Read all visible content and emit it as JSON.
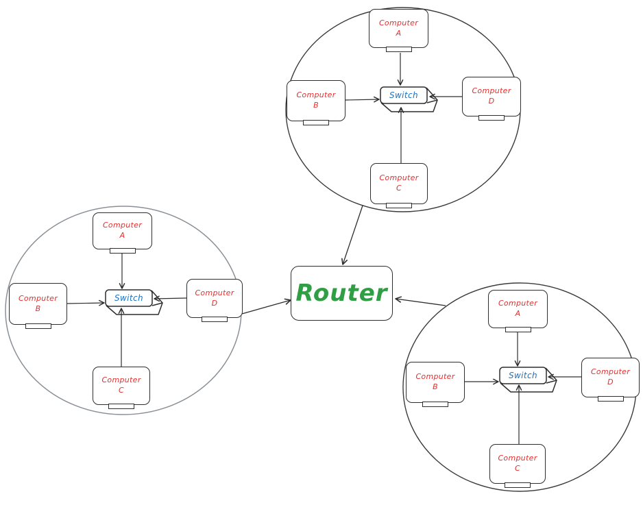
{
  "router": {
    "label": "Router"
  },
  "clusters": [
    {
      "id": "top",
      "switch": {
        "label": "Switch"
      },
      "computers": [
        {
          "label": "Computer\nA"
        },
        {
          "label": "Computer\nB"
        },
        {
          "label": "Computer\nC"
        },
        {
          "label": "Computer\nD"
        }
      ]
    },
    {
      "id": "left",
      "switch": {
        "label": "Switch"
      },
      "computers": [
        {
          "label": "Computer\nA"
        },
        {
          "label": "Computer\nB"
        },
        {
          "label": "Computer\nC"
        },
        {
          "label": "Computer\nD"
        }
      ]
    },
    {
      "id": "bottom-right",
      "switch": {
        "label": "Switch"
      },
      "computers": [
        {
          "label": "Computer\nA"
        },
        {
          "label": "Computer\nB"
        },
        {
          "label": "Computer\nC"
        },
        {
          "label": "Computer\nD"
        }
      ]
    }
  ],
  "colors": {
    "computer_label": "#e03131",
    "switch_label": "#1971c2",
    "router_label": "#2f9e44",
    "line_stroke": "#2d2d2d",
    "cluster_top_stroke": "#3a3a3a",
    "cluster_left_stroke": "#8a9096",
    "cluster_bottom_right_stroke": "#3a3a3a",
    "background": "#ffffff"
  }
}
